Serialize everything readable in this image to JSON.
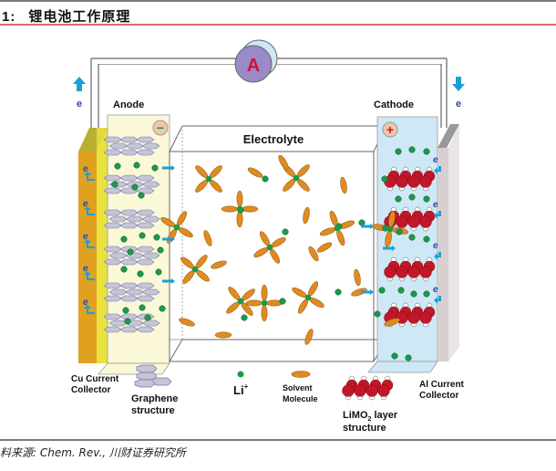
{
  "figure": {
    "number": "1:",
    "title": "锂电池工作原理",
    "source": "料来源: Chem. Rev., 川财证券研究所"
  },
  "diagram": {
    "ammeter_label": "A",
    "electron_label": "e",
    "anode_label": "Anode",
    "cathode_label": "Cathode",
    "electrolyte_label": "Electrolyte",
    "anode_sign": "−",
    "cathode_sign": "+",
    "legend": {
      "cu_collector": [
        "Cu Current",
        "Collector"
      ],
      "graphene": [
        "Graphene",
        "structure"
      ],
      "li_ion": "Li",
      "li_ion_sup": "+",
      "solvent": [
        "Solvent",
        "Molecule"
      ],
      "limo2": [
        "LiMO",
        "2",
        " layer",
        "structure"
      ],
      "al_collector": [
        "Al Current",
        "Collector"
      ]
    },
    "colors": {
      "cu_collector": "#e0a020",
      "anode_panel": "#fbf8d8",
      "cathode_panel": "#cfe8f6",
      "al_collector": "#d8d0d0",
      "li_ion": "#1a9a4a",
      "solvent": "#e08a20",
      "oxygen": "#c0182a",
      "graphene": "#c8c4d4",
      "arrow": "#1aa0d8",
      "ammeter": "#9a8ac8"
    }
  }
}
